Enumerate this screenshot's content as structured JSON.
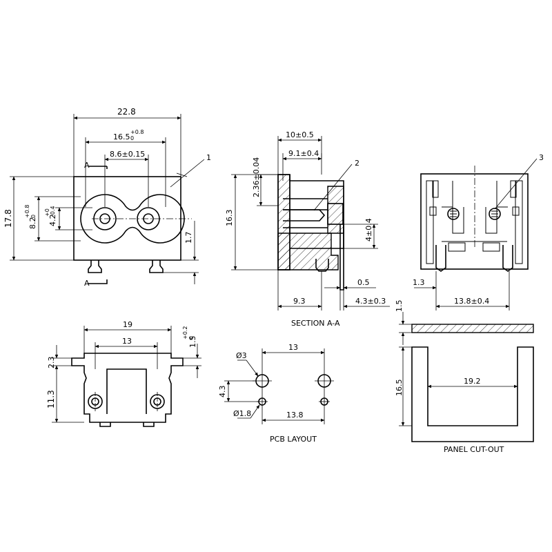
{
  "front_view": {
    "width_overall": "22.8",
    "width_inner": "16.5",
    "width_inner_tol_up": "+0.8",
    "width_inner_tol_down": "0",
    "pin_spacing": "8.6±0.15",
    "height_overall": "17.8",
    "height_cavity": "8.2",
    "height_cavity_tol_up": "+0.8",
    "height_cavity_tol_down": "0",
    "height_pin_zone": "4.2",
    "height_pin_zone_tol_up": "+0",
    "height_pin_zone_tol_down": "-0.4",
    "bottom_offset": "1.7",
    "section_mark": "A",
    "callout": "1"
  },
  "section_view": {
    "depth": "10±0.5",
    "depth_inner": "9.1±0.4",
    "wall": "2.36±0.04",
    "height": "16.3",
    "pin_len": "4±0.4",
    "pin_thk": "0.5",
    "offset": "9.3",
    "pin_pos": "4.3±0.3",
    "caption": "SECTION A-A",
    "callout": "2"
  },
  "side_view": {
    "ear": "1.3",
    "span": "13.8±0.4",
    "callout": "3"
  },
  "bottom_view": {
    "width": "19",
    "inner": "13",
    "top": "2.3",
    "height": "11.3",
    "flange": "1.5",
    "flange_tol_up": "+0.2",
    "flange_tol_down": "0"
  },
  "pcb_layout": {
    "large_hole": "Ø3",
    "small_hole": "Ø1.8",
    "top_spacing": "13",
    "bottom_spacing": "13.8",
    "vertical": "4.3",
    "caption": "PCB LAYOUT"
  },
  "panel_cutout": {
    "thickness": "1.5",
    "height": "16.5",
    "width": "19.2",
    "caption": "PANEL CUT-OUT"
  }
}
